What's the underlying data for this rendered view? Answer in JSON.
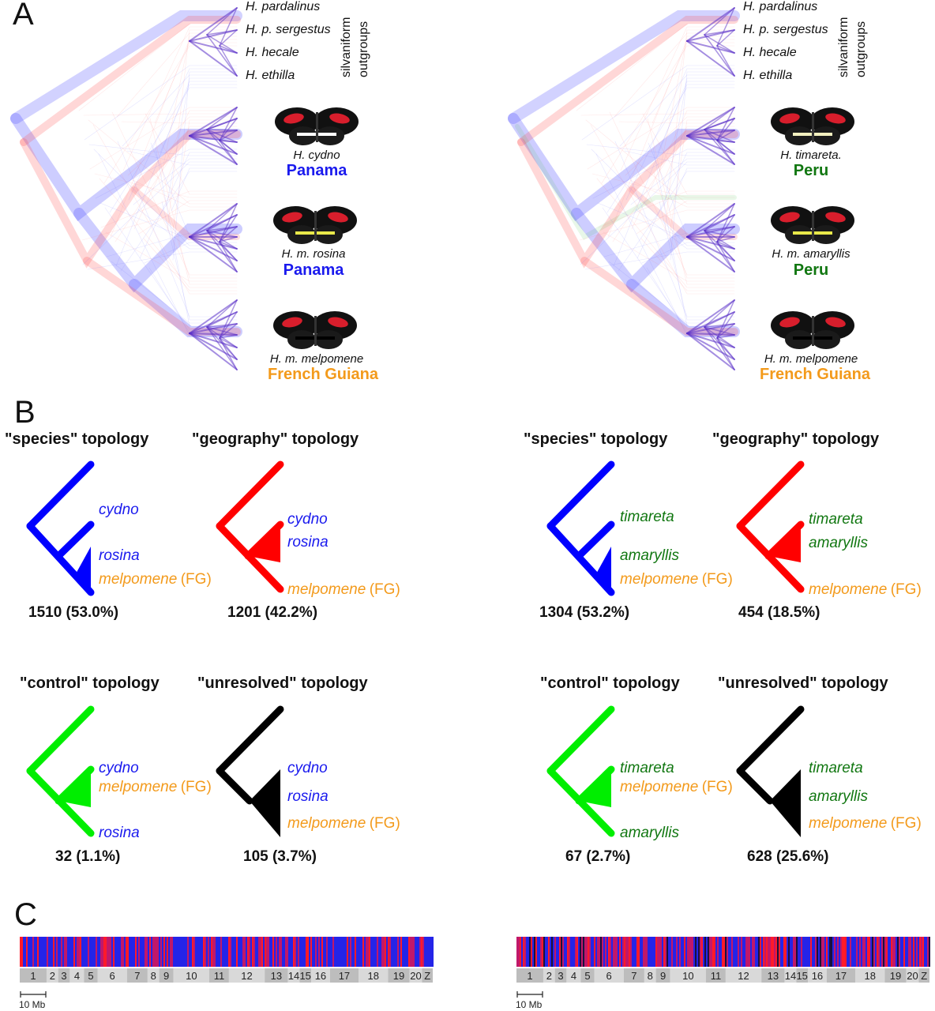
{
  "panel_labels": {
    "a": "A",
    "b": "B",
    "c": "C"
  },
  "colors": {
    "species": "#0000ff",
    "geography": "#ff0000",
    "control": "#00ee00",
    "unresolved": "#000000",
    "cydno_label": "#1a1aee",
    "timareta_label": "#117711",
    "french_guiana": "#f39a1b",
    "tree_purple": "#5a2fc8"
  },
  "panel_a": {
    "left": {
      "outgroups": [
        "H. pardalinus",
        "H. p. sergestus",
        "H. hecale",
        "H. ethilla"
      ],
      "side_label": [
        "silvaniform",
        "outgroups"
      ],
      "pops": [
        {
          "name": "H. cydno",
          "location": "Panama",
          "loc_color": "#1a1aee",
          "wing": "#ffffff"
        },
        {
          "name": "H. m. rosina",
          "location": "Panama",
          "loc_color": "#1a1aee",
          "wing": "#e8e84a"
        },
        {
          "name": "H. m. melpomene",
          "location": "French Guiana",
          "loc_color": "#f39a1b",
          "wing": "#000000"
        }
      ]
    },
    "right": {
      "outgroups": [
        "H. pardalinus",
        "H. p. sergestus",
        "H. hecale",
        "H. ethilla"
      ],
      "side_label": [
        "silvaniform",
        "outgroups"
      ],
      "pops": [
        {
          "name": "H. timareta.",
          "location": "Peru",
          "loc_color": "#117711",
          "wing": "#f3f0c0"
        },
        {
          "name": "H. m. amaryllis",
          "location": "Peru",
          "loc_color": "#117711",
          "wing": "#e8e84a"
        },
        {
          "name": "H. m. melpomene",
          "location": "French Guiana",
          "loc_color": "#f39a1b",
          "wing": "#000000"
        }
      ]
    }
  },
  "panel_b": {
    "left": {
      "species": {
        "title": "\"species\" topology",
        "tips": [
          "cydno",
          "rosina",
          "melpomene"
        ],
        "fg": "(FG)",
        "count": "1510 (53.0%)"
      },
      "geography": {
        "title": "\"geography\" topology",
        "tips": [
          "cydno",
          "rosina",
          "melpomene"
        ],
        "fg": "(FG)",
        "count": "1201 (42.2%)"
      },
      "control": {
        "title": "\"control\"  topology",
        "tips": [
          "cydno",
          "melpomene",
          "rosina"
        ],
        "fg": "(FG)",
        "count": "32 (1.1%)"
      },
      "unresolved": {
        "title": "\"unresolved\" topology",
        "tips": [
          "cydno",
          "rosina",
          "melpomene"
        ],
        "fg": "(FG)",
        "count": "105 (3.7%)"
      }
    },
    "right": {
      "species": {
        "title": "\"species\" topology",
        "tips": [
          "timareta",
          "amaryllis",
          "melpomene"
        ],
        "fg": "(FG)",
        "count": "1304 (53.2%)"
      },
      "geography": {
        "title": "\"geography\" topology",
        "tips": [
          "timareta",
          "amaryllis",
          "melpomene"
        ],
        "fg": "(FG)",
        "count": "454 (18.5%)"
      },
      "control": {
        "title": "\"control\"  topology",
        "tips": [
          "timareta",
          "melpomene",
          "amaryllis"
        ],
        "fg": "(FG)",
        "count": "67 (2.7%)"
      },
      "unresolved": {
        "title": "\"unresolved\" topology",
        "tips": [
          "timareta",
          "amaryllis",
          "melpomene"
        ],
        "fg": "(FG)",
        "count": "628 (25.6%)"
      }
    }
  },
  "panel_c": {
    "chromosomes": [
      "1",
      "2",
      "3",
      "4",
      "5",
      "6",
      "7",
      "8",
      "9",
      "10",
      "11",
      "12",
      "13",
      "14",
      "15",
      "16",
      "17",
      "18",
      "19",
      "20",
      "Z"
    ],
    "scale_label": "10 Mb"
  }
}
